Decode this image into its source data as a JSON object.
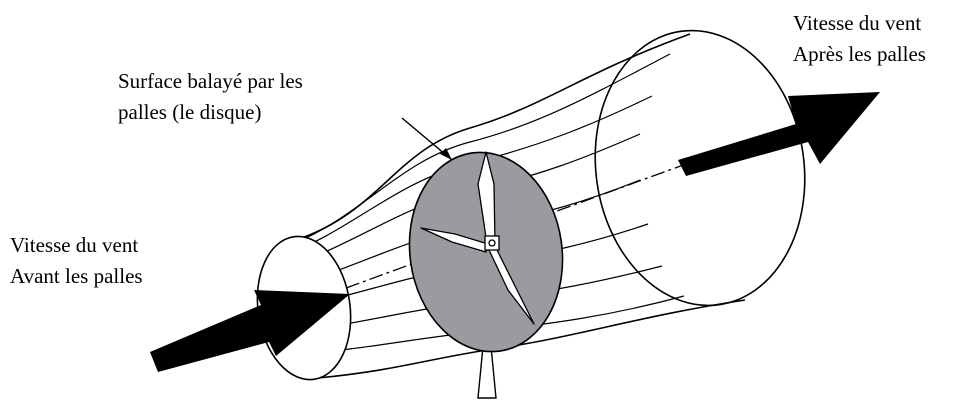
{
  "labels": {
    "swept_area": {
      "line1": "Surface balayé par les",
      "line2": "palles (le disque)"
    },
    "wind_after": {
      "line1": "Vitesse du vent",
      "line2": "Après les palles"
    },
    "wind_before": {
      "line1": "Vitesse du vent",
      "line2": "Avant les palles"
    }
  },
  "colors": {
    "disc_fill": "#9a9aa1",
    "arrow_fill": "#000000",
    "line": "#000000",
    "background": "#ffffff"
  }
}
